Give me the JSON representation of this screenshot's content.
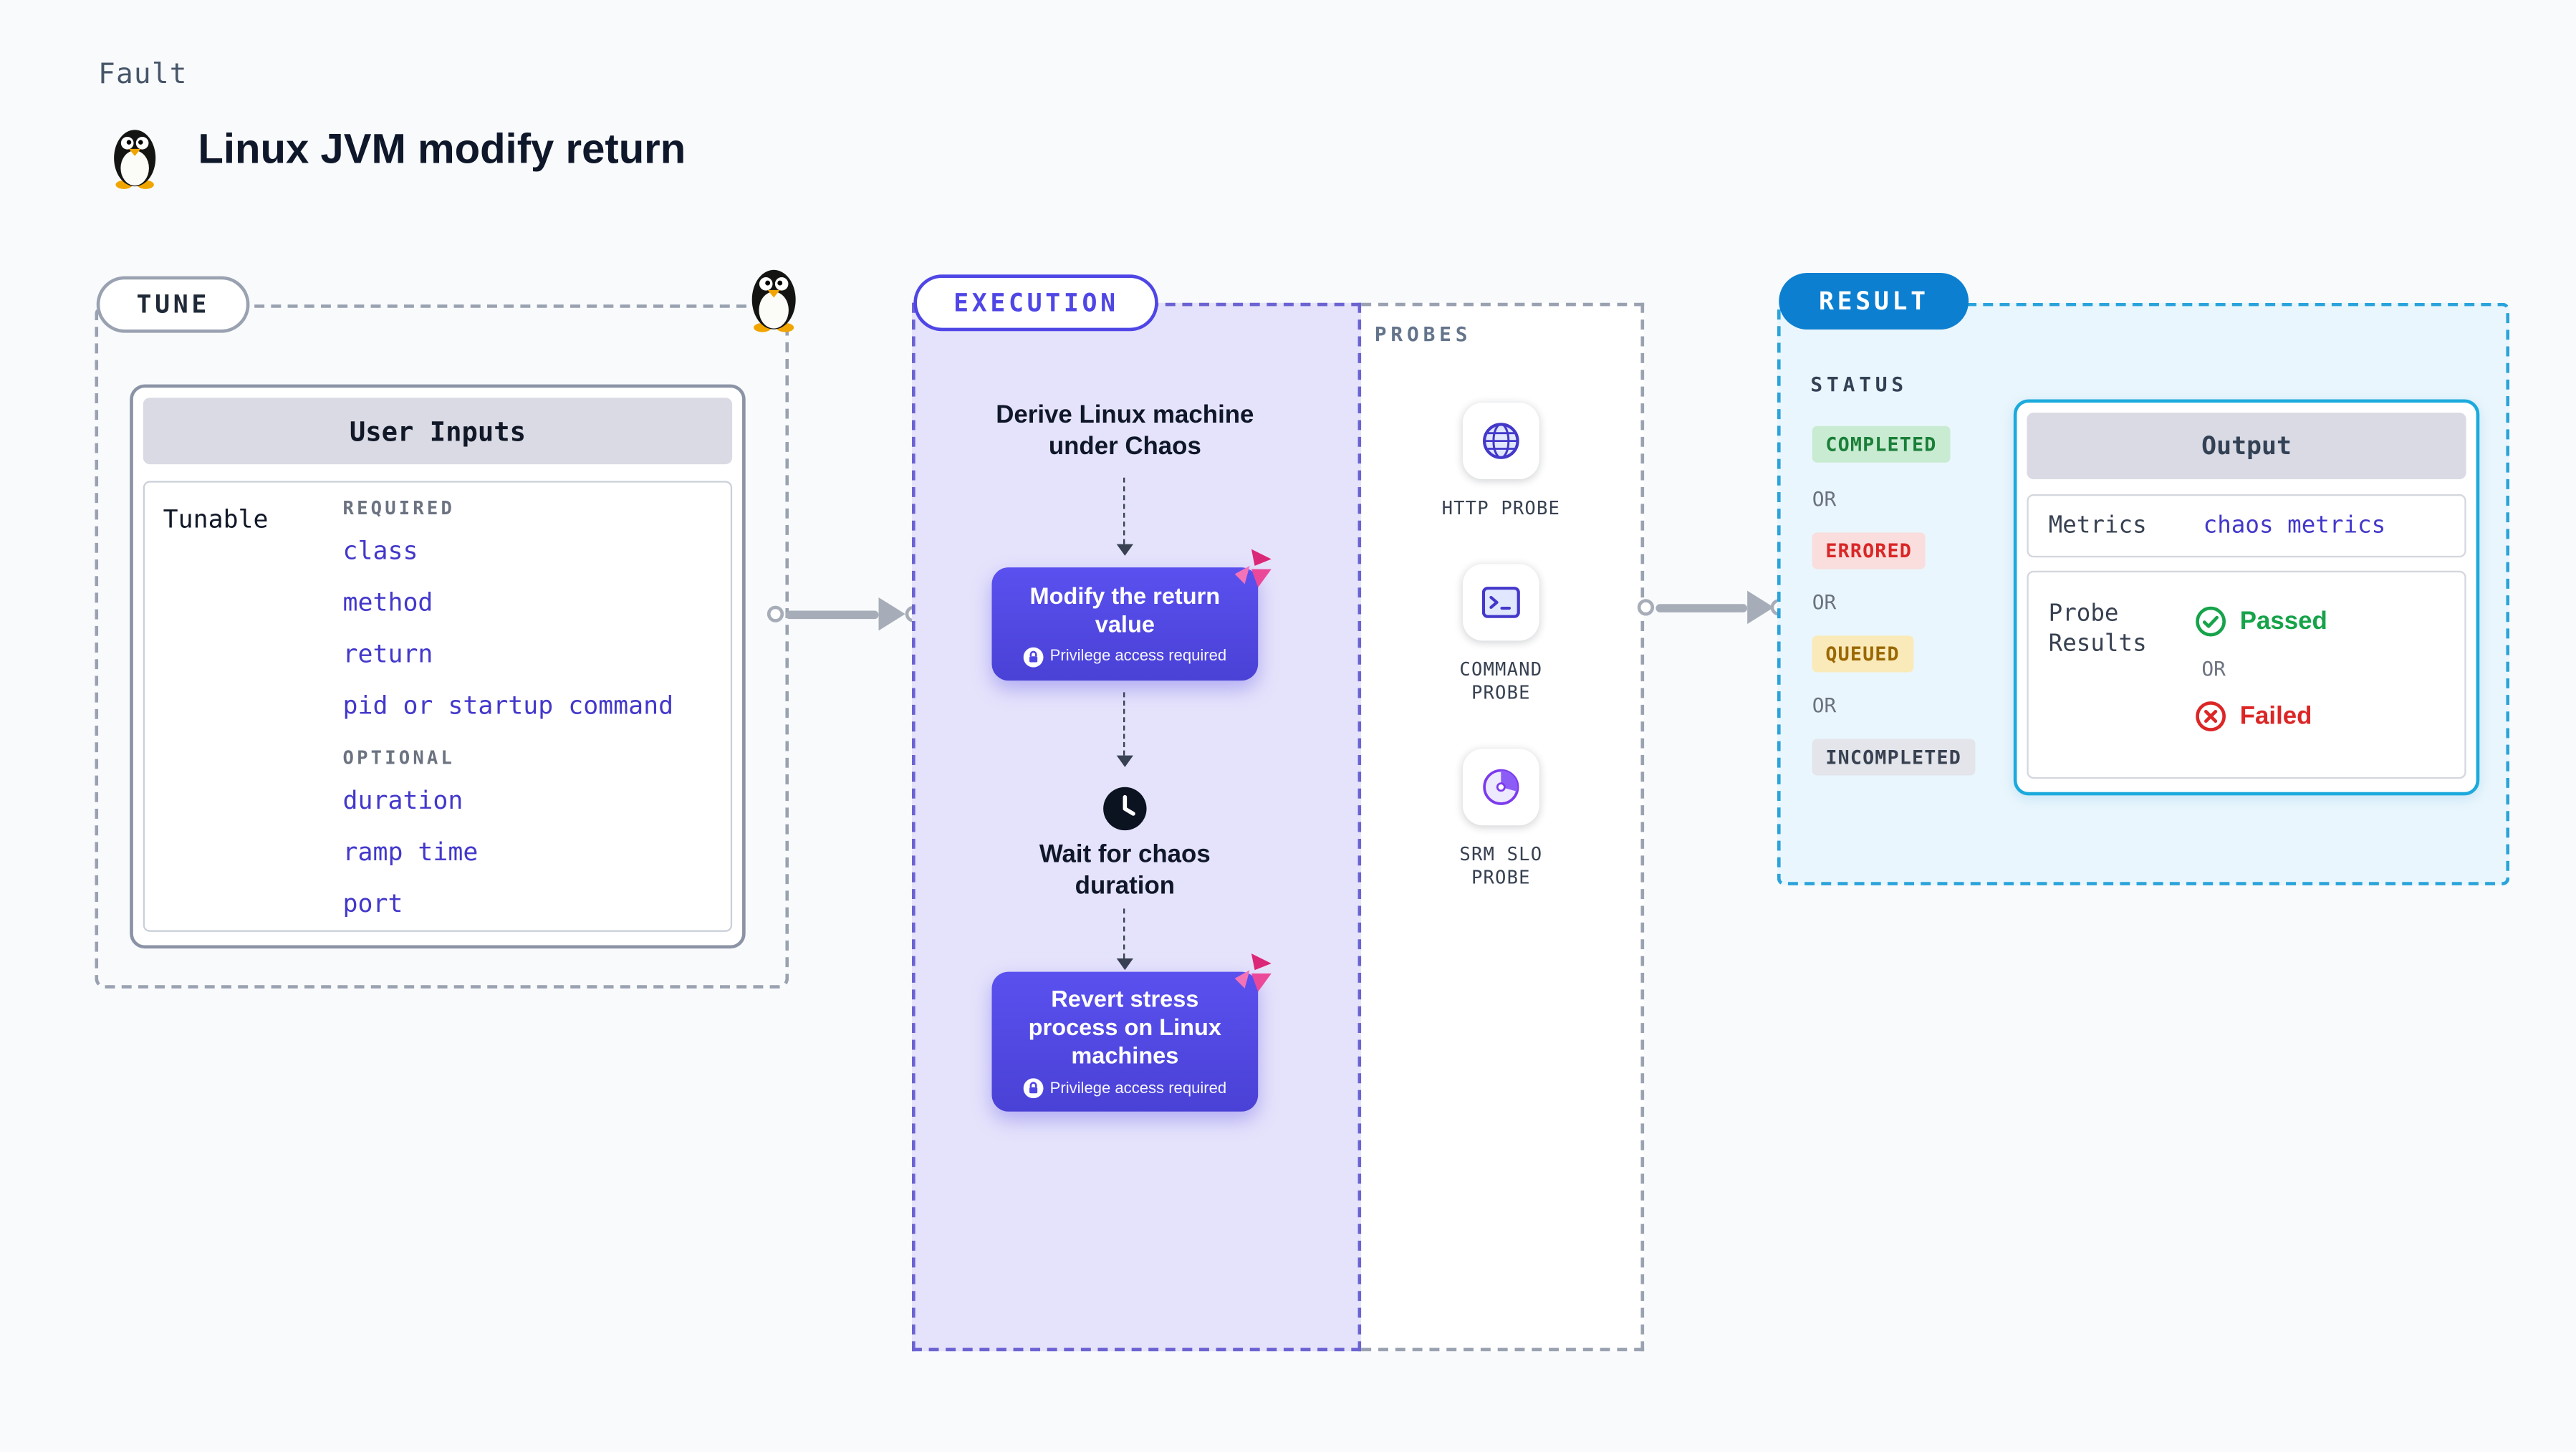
{
  "header": {
    "kicker": "Fault",
    "title": "Linux JVM modify return"
  },
  "tune": {
    "label": "TUNE",
    "card_title": "User Inputs",
    "row_label": "Tunable",
    "required_label": "REQUIRED",
    "required_items": [
      "class",
      "method",
      "return",
      "pid or startup command"
    ],
    "optional_label": "OPTIONAL",
    "optional_items": [
      "duration",
      "ramp time",
      "port"
    ]
  },
  "execution": {
    "label": "EXECUTION",
    "derive_text": "Derive Linux machine under Chaos",
    "step1": {
      "title": "Modify the return value",
      "badge": "Privilege access required"
    },
    "wait_text": "Wait for chaos duration",
    "step2": {
      "title": "Revert stress process on Linux machines",
      "badge": "Privilege access required"
    }
  },
  "probes": {
    "label": "PROBES",
    "items": [
      {
        "name": "HTTP PROBE",
        "icon": "globe-icon"
      },
      {
        "name": "COMMAND PROBE",
        "icon": "terminal-icon"
      },
      {
        "name": "SRM SLO PROBE",
        "icon": "pie-chart-icon"
      }
    ]
  },
  "result": {
    "label": "RESULT",
    "status_label": "STATUS",
    "or_label": "OR",
    "statuses": [
      {
        "label": "COMPLETED",
        "color": "#1a7f37"
      },
      {
        "label": "ERRORED",
        "color": "#d92626"
      },
      {
        "label": "QUEUED",
        "color": "#9a6700"
      },
      {
        "label": "INCOMPLETED",
        "color": "#374151"
      }
    ],
    "output": {
      "title": "Output",
      "metrics_label": "Metrics",
      "metrics_value": "chaos metrics",
      "probe_results_label": "Probe Results",
      "passed_label": "Passed",
      "failed_label": "Failed"
    }
  },
  "colors": {
    "accent_indigo": "#4f46e5",
    "chaos_pink": "#ec4899",
    "result_blue": "#0c7fd0",
    "result_border": "#1caadd",
    "passed_green": "#16a34a",
    "failed_red": "#dc2626",
    "queued_yellow": "#faeab9",
    "background": "#f8fafc"
  },
  "icons": [
    "penguin-icon",
    "chaos-icon",
    "lock-icon",
    "clock-icon",
    "globe-icon",
    "terminal-icon",
    "pie-chart-icon",
    "check-circle-icon",
    "x-circle-icon"
  ]
}
